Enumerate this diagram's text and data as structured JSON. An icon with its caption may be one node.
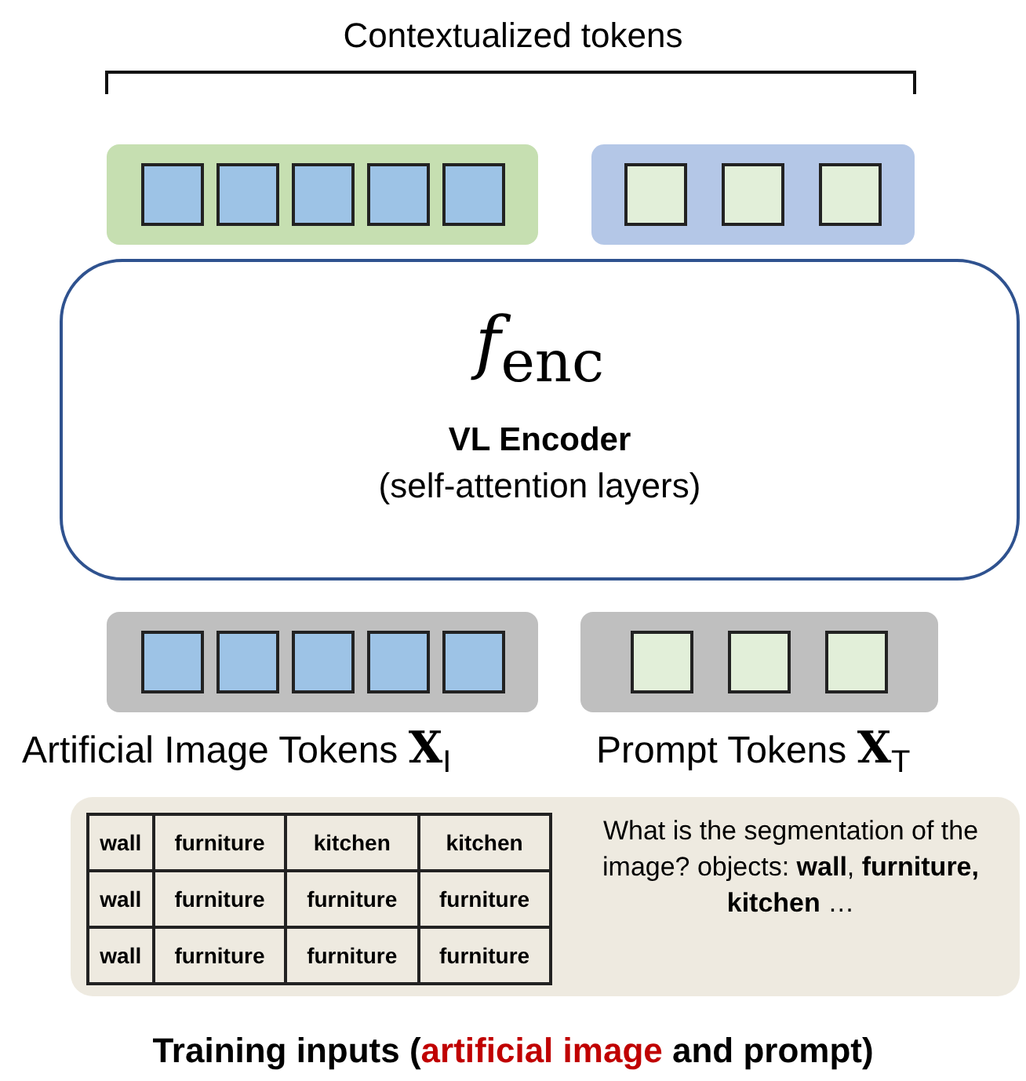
{
  "diagram": {
    "caption": "Training inputs (*artificial image* and prompt)",
    "nodes": [
      {
        "text": [],
        "shape": "bar"
      },
      {
        "text": [],
        "shape": "box",
        "in": 0
      },
      {
        "text": [],
        "shape": "box",
        "in": 0
      },
      {
        "text": [],
        "shape": "box",
        "in": 0
      },
      {
        "text": [],
        "shape": "box",
        "in": 0
      },
      {
        "text": [],
        "shape": "box",
        "in": 0
      },
      {
        "text": [],
        "shape": "bar"
      },
      {
        "text": [],
        "shape": "box",
        "in": 6
      },
      {
        "text": [],
        "shape": "box",
        "in": 6
      },
      {
        "text": [],
        "shape": "box",
        "in": 6
      },
      {
        "text": [
          "*f*$_{enc}$",
          "VL Encoder",
          "(self-attention layers)"
        ]
      },
      {
        "text": [],
        "shape": "bar"
      },
      {
        "text": [],
        "shape": "box",
        "in": 11
      },
      {
        "text": [],
        "shape": "box",
        "in": 11
      },
      {
        "text": [],
        "shape": "box",
        "in": 11
      },
      {
        "text": [],
        "shape": "box",
        "in": 11
      },
      {
        "text": [],
        "shape": "box",
        "in": 11
      },
      {
        "text": [],
        "shape": "bar"
      },
      {
        "text": [],
        "shape": "box",
        "in": 17
      },
      {
        "text": [],
        "shape": "box",
        "in": 17
      },
      {
        "text": [],
        "shape": "box",
        "in": 17
      },
      {
        "text": [
          "What is the segmentation of the image? objects: **wall**, **furniture, kitchen** …"
        ]
      }
    ],
    "edges": [],
    "labels": [
      "Contextualized tokens",
      "Artificial Image Tokens **X**$_{I}$",
      "Prompt Tokens **X**$_{T}$",
      "wall",
      "furniture",
      "kitchen",
      "kitchen",
      "wall",
      "furniture",
      "furniture",
      "furniture",
      "wall",
      "furniture",
      "furniture",
      "furniture"
    ]
  }
}
